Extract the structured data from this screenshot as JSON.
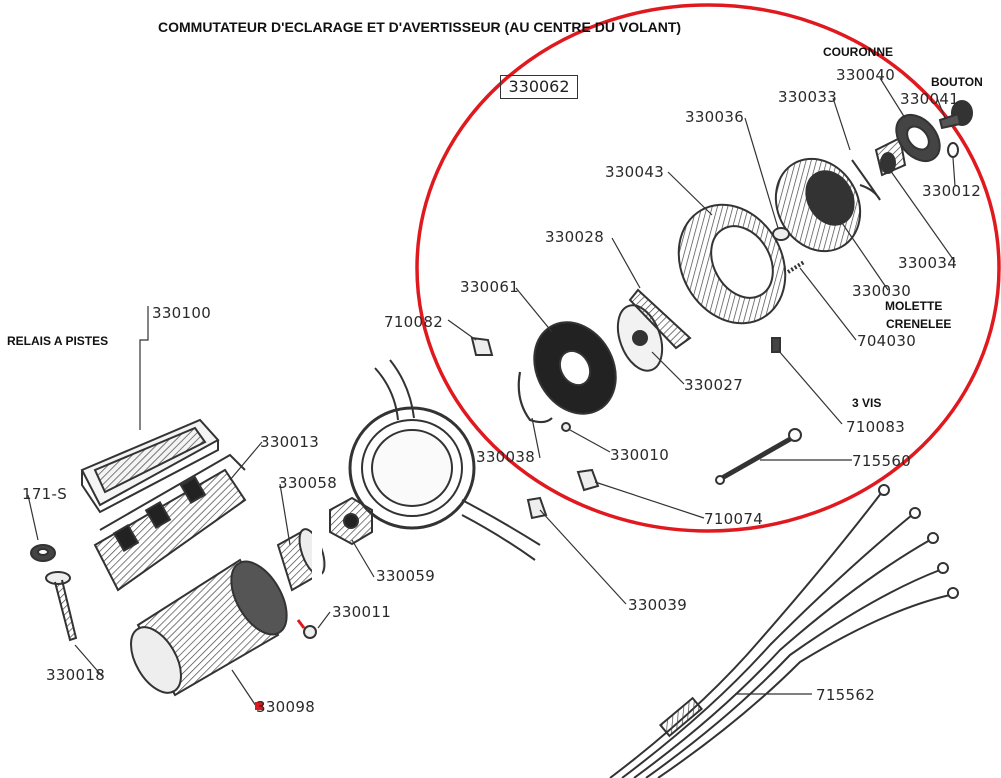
{
  "title": "COMMUTATEUR D'ECLARAGE ET D'AVERTISSEUR (AU CENTRE DU VOLANT)",
  "group_ref": "330062",
  "notes": {
    "couronne": "COURONNE",
    "bouton": "BOUTON",
    "relais": "RELAIS A PISTES",
    "molette_1": "MOLETTE",
    "molette_2": "CRENELEE",
    "vis": "3 VIS"
  },
  "parts": {
    "p330040": "330040",
    "p330041": "330041",
    "p330033": "330033",
    "p330036": "330036",
    "p330012": "330012",
    "p330043": "330043",
    "p330034": "330034",
    "p330028": "330028",
    "p330030": "330030",
    "p330061": "330061",
    "p710082": "710082",
    "p704030": "704030",
    "p330027": "330027",
    "p710083": "710083",
    "p330100": "330100",
    "p330038": "330038",
    "p330010": "330010",
    "p715560": "715560",
    "p330013": "330013",
    "p330058": "330058",
    "p710074": "710074",
    "p171": "171-S",
    "p330059": "330059",
    "p330039": "330039",
    "p330011": "330011",
    "p330018": "330018",
    "p330098": "330098",
    "p715562": "715562"
  },
  "colors": {
    "highlight": "#e0191f",
    "ink": "#222222"
  }
}
